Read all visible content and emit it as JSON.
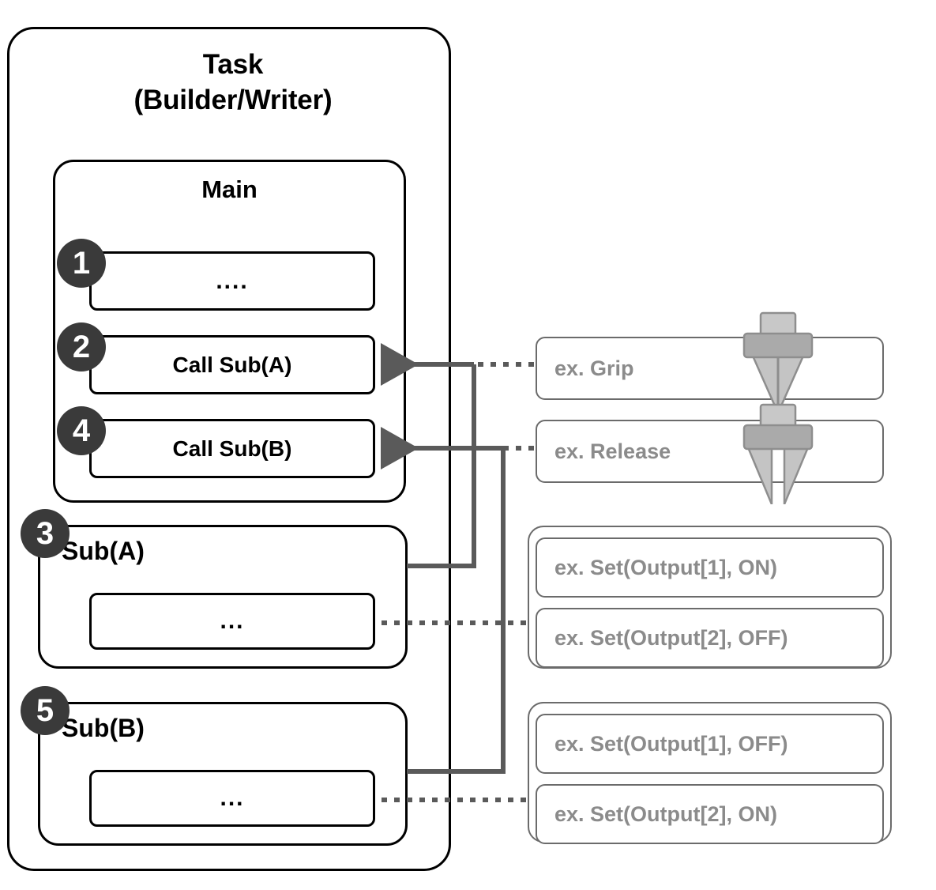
{
  "diagram": {
    "title": "Task (Builder/Writer) program structure",
    "colors": {
      "outline_black": "#000000",
      "badge_fill": "#3a3a3a",
      "badge_text": "#ffffff",
      "gray_outline": "#6b6b6b",
      "gray_text": "#8b8b8b",
      "connector_gray": "#5a5a5a",
      "gripper_body": "#aaaaaa",
      "gripper_shaft": "#c8c8c8",
      "gripper_jaw": "#c0c0c0",
      "background": "#ffffff"
    }
  },
  "task": {
    "title_line1": "Task",
    "title_line2": "(Builder/Writer)"
  },
  "main": {
    "title": "Main",
    "steps": [
      {
        "badge": "1",
        "label": "...."
      },
      {
        "badge": "2",
        "label": "Call Sub(A)"
      },
      {
        "badge": "4",
        "label": "Call Sub(B)"
      }
    ]
  },
  "subroutines": [
    {
      "badge": "3",
      "name": "Sub(A)",
      "body": "..."
    },
    {
      "badge": "5",
      "name": "Sub(B)",
      "body": "..."
    }
  ],
  "examples": {
    "actions": [
      {
        "label": "ex. Grip",
        "icon": "gripper-closed-icon"
      },
      {
        "label": "ex. Release",
        "icon": "gripper-open-icon"
      }
    ],
    "groups": [
      {
        "items": [
          "ex. Set(Output[1], ON)",
          "ex. Set(Output[2], OFF)"
        ]
      },
      {
        "items": [
          "ex. Set(Output[1], OFF)",
          "ex. Set(Output[2], ON)"
        ]
      }
    ]
  }
}
